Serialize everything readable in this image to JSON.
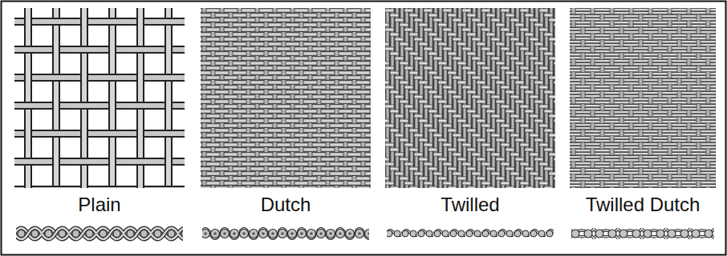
{
  "diagram": {
    "labels": [
      "Plain",
      "Dutch",
      "Twilled",
      "Twilled Dutch"
    ]
  }
}
